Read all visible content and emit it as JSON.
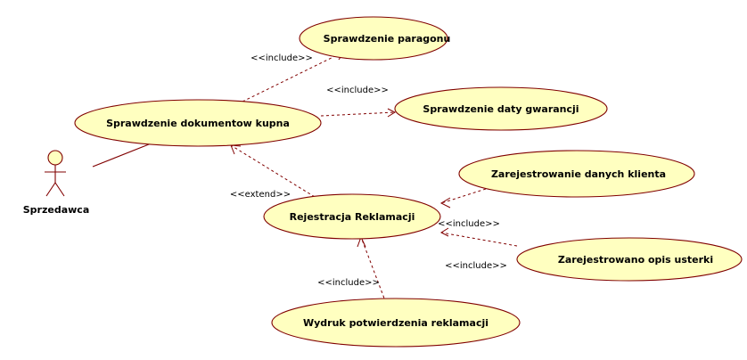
{
  "actor": {
    "name": "Sprzedawca"
  },
  "use_cases": {
    "paragon": "Sprawdzenie paragonu",
    "dokumenty": "Sprawdzenie dokumentow kupna",
    "gwarancja": "Sprawdzenie daty gwarancji",
    "klient": "Zarejestrowanie danych klienta",
    "reklamacja": "Rejestracja Reklamacji",
    "usterka": "Zarejestrowano opis usterki",
    "wydruk": "Wydruk potwierdzenia reklamacji"
  },
  "relations": {
    "include_paragon": "<<include>>",
    "include_gwarancja": "<<include>>",
    "extend_reklamacja": "<<extend>>",
    "include_klient": "<<include>>",
    "include_usterka": "<<include>>",
    "include_wydruk": "<<include>>"
  },
  "colors": {
    "usecase_fill": "#ffffc0",
    "line": "#800000"
  }
}
